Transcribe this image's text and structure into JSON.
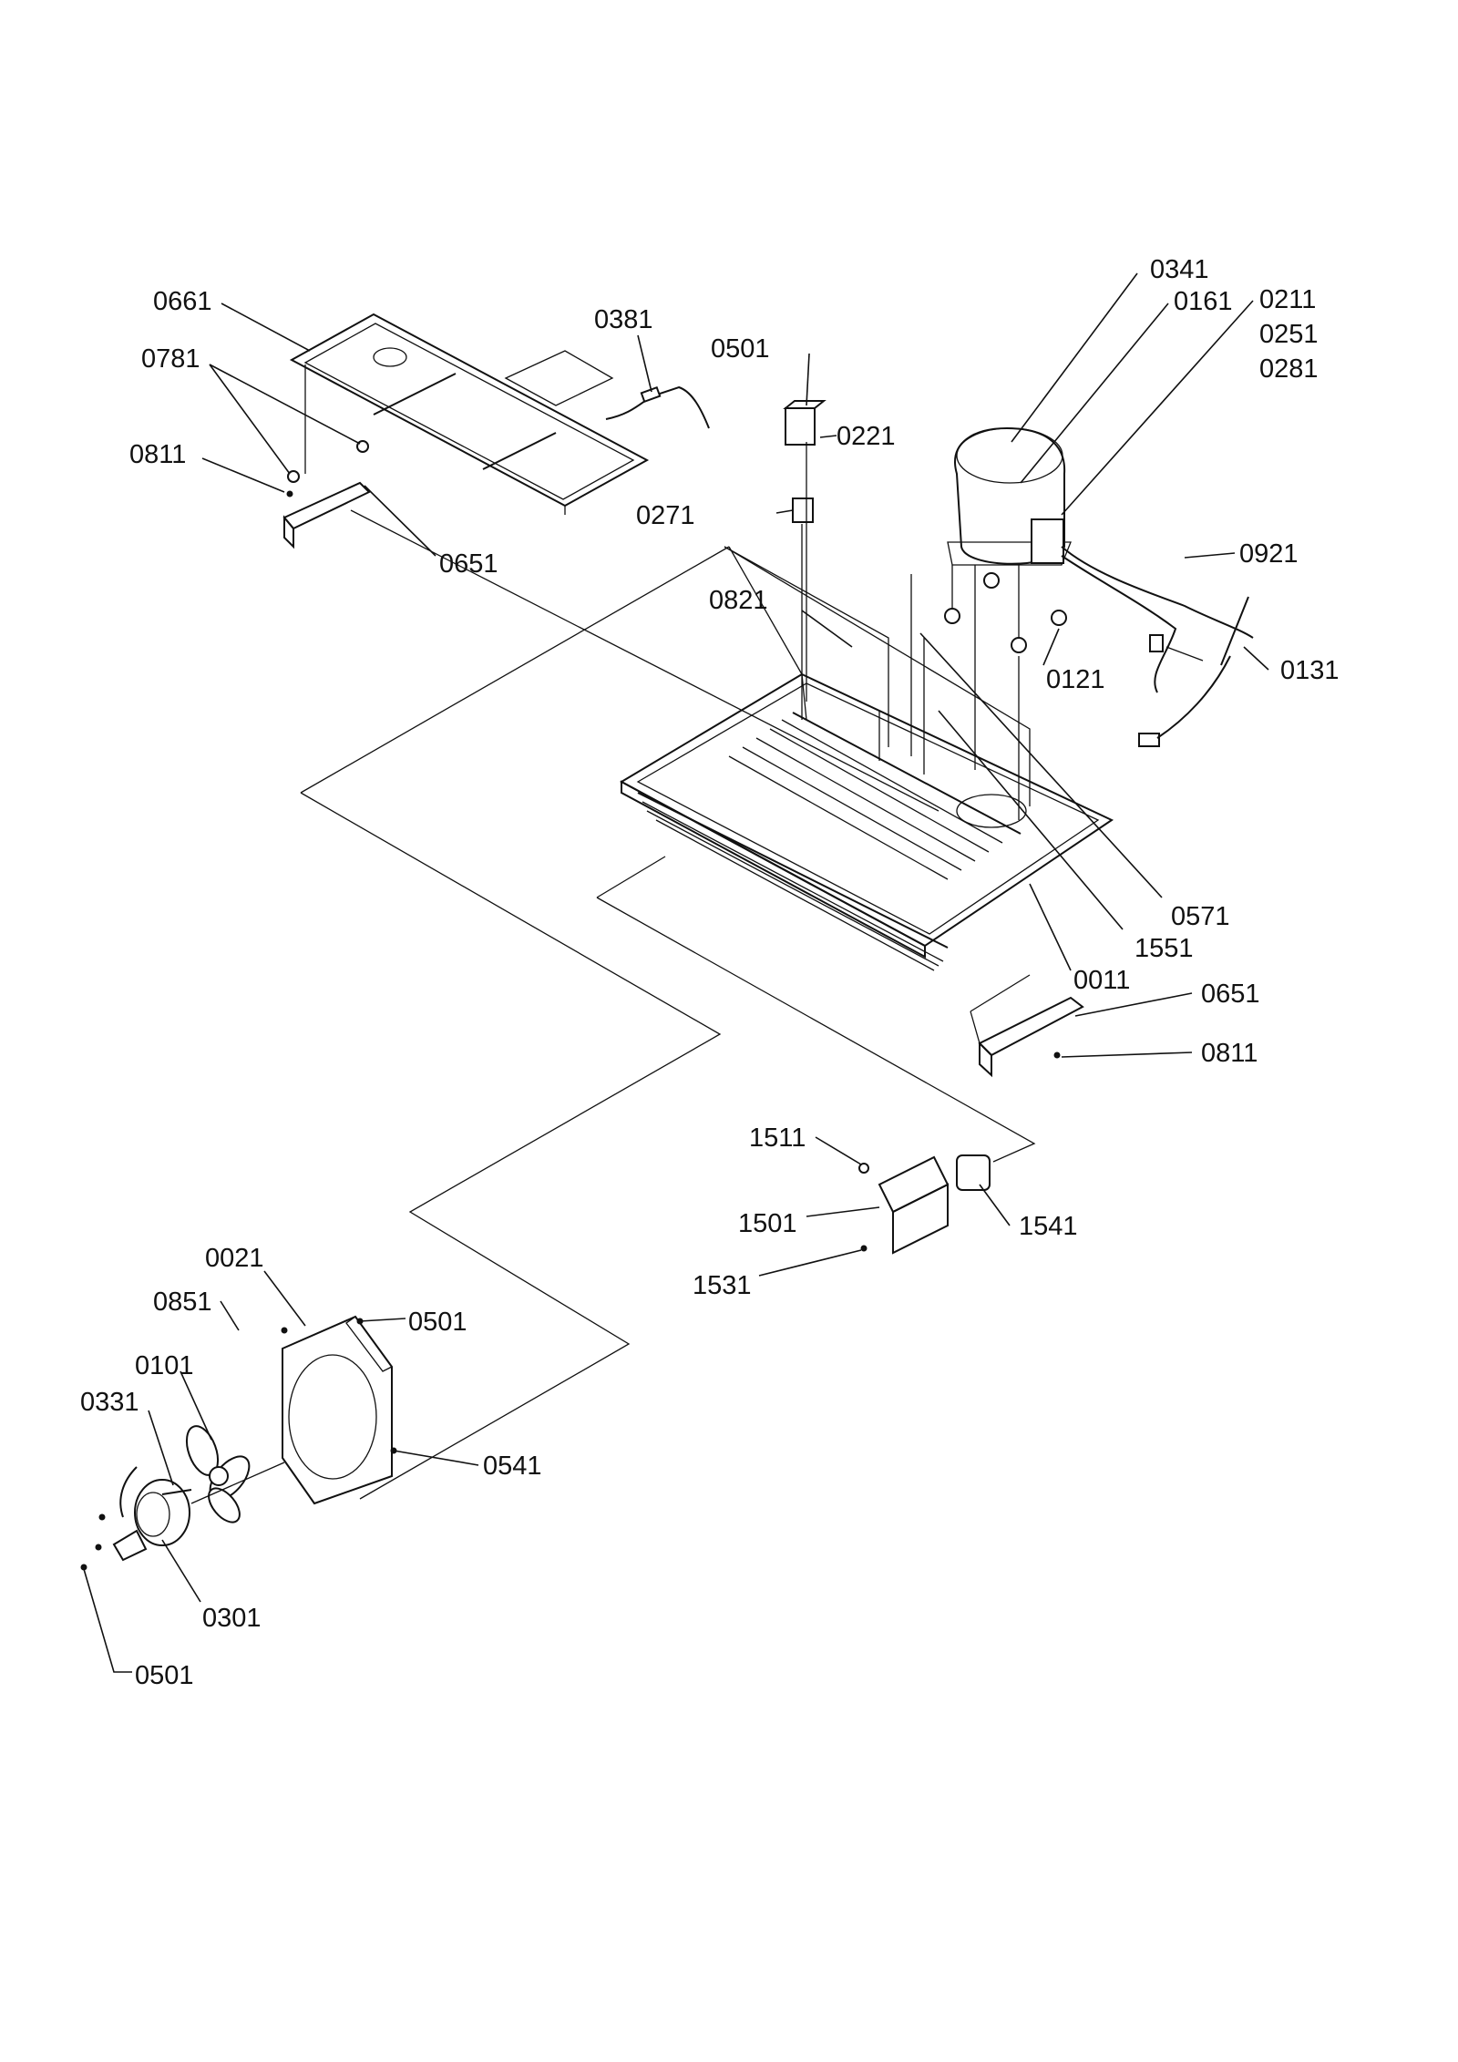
{
  "callouts": {
    "c0661": "0661",
    "c0781": "0781",
    "c0811_left": "0811",
    "c0651_left": "0651",
    "c0381": "0381",
    "c0501_top": "0501",
    "c0221": "0221",
    "c0271": "0271",
    "c0341": "0341",
    "c0161": "0161",
    "c0211": "0211",
    "c0251": "0251",
    "c0281": "0281",
    "c0921": "0921",
    "c0821": "0821",
    "c0121": "0121",
    "c0131": "0131",
    "c0571": "0571",
    "c1551": "1551",
    "c0011": "0011",
    "c0651_right": "0651",
    "c0811_right": "0811",
    "c1511": "1511",
    "c1501": "1501",
    "c1541": "1541",
    "c1531": "1531",
    "c0021": "0021",
    "c0851": "0851",
    "c0501_mid": "0501",
    "c0101": "0101",
    "c0331": "0331",
    "c0541": "0541",
    "c0301": "0301",
    "c0501_bottom": "0501"
  }
}
